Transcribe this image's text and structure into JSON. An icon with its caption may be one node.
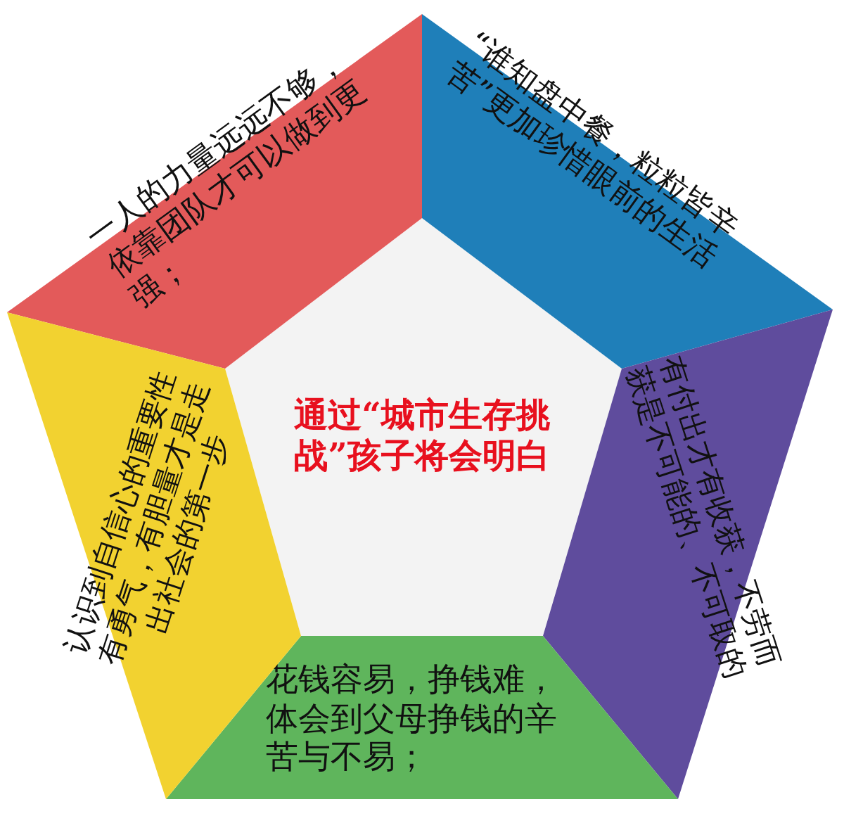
{
  "diagram": {
    "nodes": [
      {
        "text": [
          "通过“城市生存挑战”孩子将会明白"
        ]
      },
      {
        "text": [
          "一人的力量远远不够，依靠团队才可以做到更强；"
        ]
      },
      {
        "text": [
          "“谁知盘中餐，粒粒皆辛苦”更加珍惜眼前的生活"
        ]
      },
      {
        "text": [
          "有付出才有收获，不劳而获是不可能的、不可取的"
        ]
      },
      {
        "text": [
          "花钱容易，挣钱难，体会到父母挣钱的辛苦与不易；"
        ]
      },
      {
        "text": [
          "认识到自信心的重要性有勇气，有胆量才是走出社会的第一步"
        ]
      }
    ]
  }
}
